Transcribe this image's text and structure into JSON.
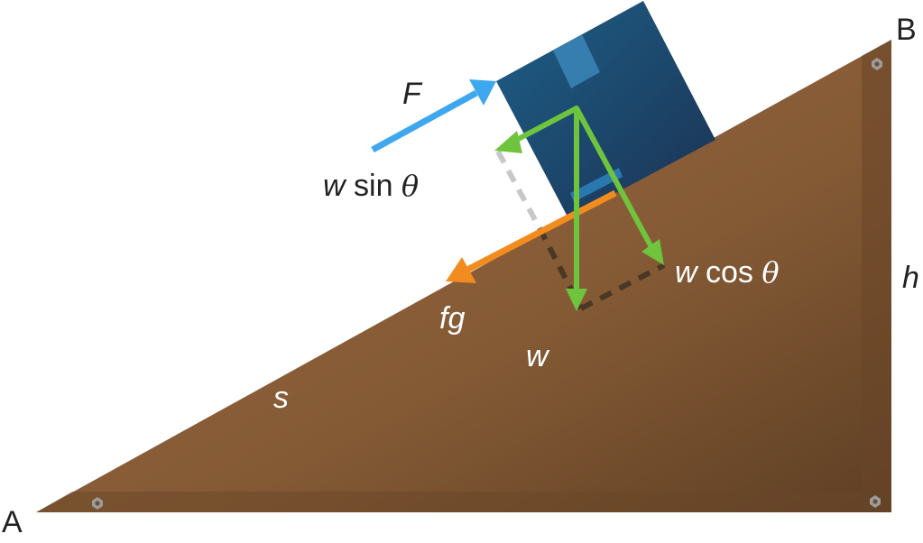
{
  "labels": {
    "point_a": "A",
    "point_b": "B",
    "height": "h",
    "slope": "s",
    "applied_force": "F",
    "friction": "fg",
    "weight": "w",
    "w_sin_var": "w",
    "w_sin_func": " sin ",
    "w_sin_theta": "θ",
    "w_cos_var": "w",
    "w_cos_func": " cos ",
    "w_cos_theta": "θ"
  },
  "colors": {
    "incline_light": "#8f6039",
    "incline_dark": "#5e3f24",
    "box_light": "#1d5a82",
    "box_dark": "#1b3657",
    "tape": "#3a86b8",
    "force_f": "#3ea7f0",
    "friction": "#f28c1e",
    "weight_components": "#6fc43e",
    "dash_light": "#c8c8c8",
    "dash_dark": "#4a3826",
    "text_dark": "#222222",
    "text_light": "#ffffff"
  }
}
